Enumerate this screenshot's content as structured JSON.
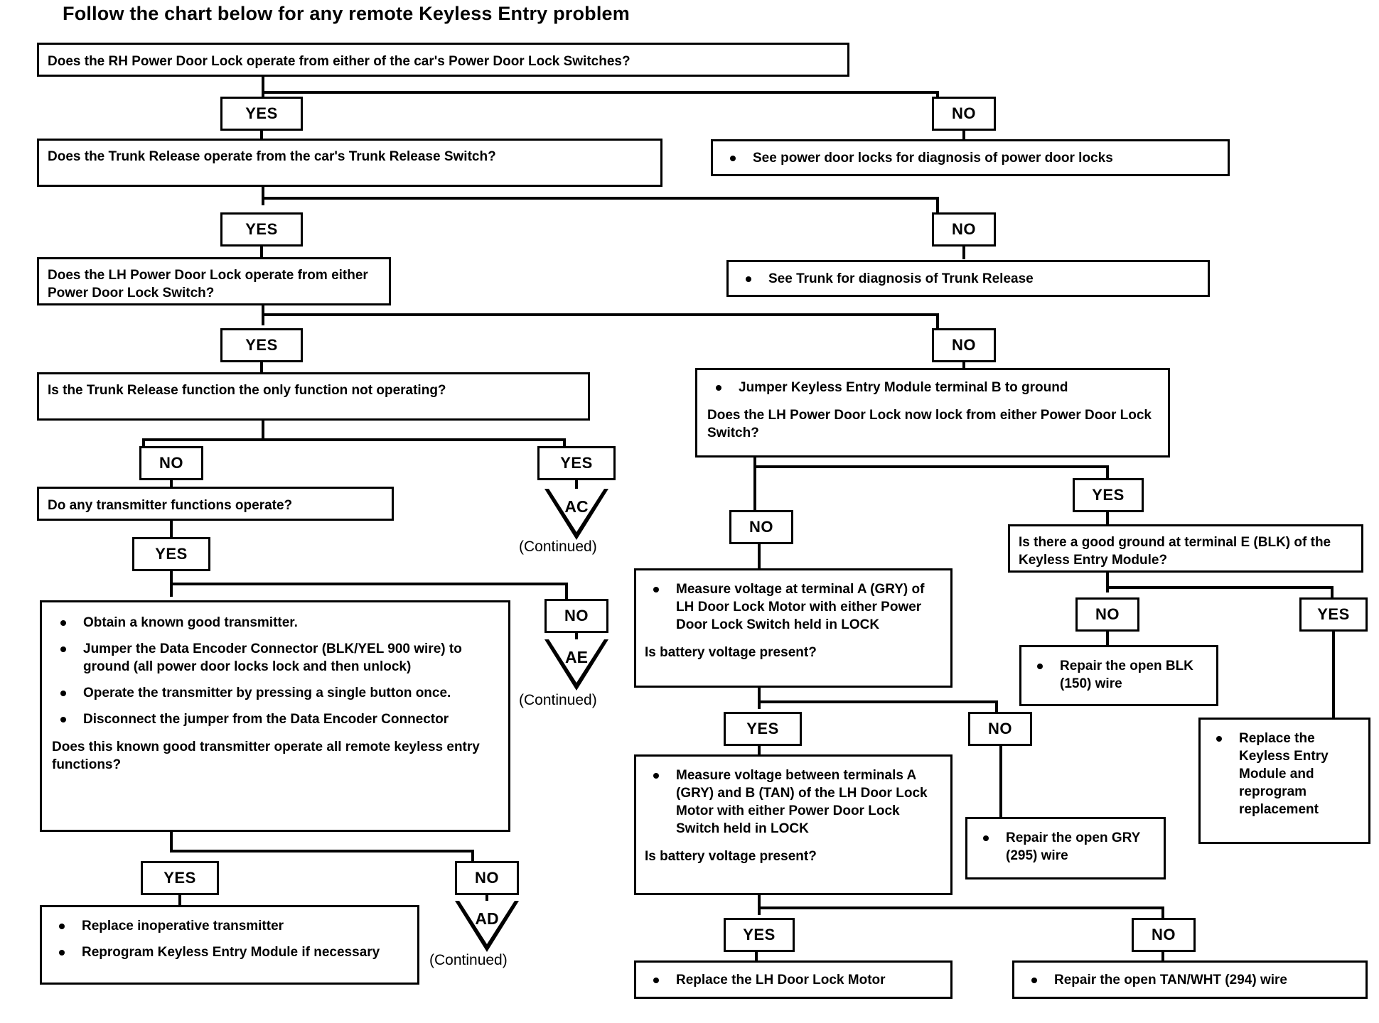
{
  "title": "Follow the chart below for any remote Keyless Entry problem",
  "labels": {
    "yes": "YES",
    "no": "NO",
    "continued": "(Continued)"
  },
  "nodes": {
    "q_rh_lock": {
      "text": "Does the RH Power Door Lock operate from either of the car's Power Door Lock Switches?"
    },
    "a_see_power_locks": {
      "bullets": [
        "See power door locks for diagnosis of power door locks"
      ]
    },
    "q_trunk_release": {
      "text": "Does the Trunk Release operate from the car's Trunk Release Switch?"
    },
    "a_see_trunk": {
      "bullets": [
        "See Trunk for diagnosis of Trunk Release"
      ]
    },
    "q_lh_lock": {
      "text": "Does the LH Power Door Lock operate from either Power Door Lock Switch?"
    },
    "q_jumper_module": {
      "bullets": [
        "Jumper Keyless Entry Module terminal B to ground"
      ],
      "question": "Does the LH Power Door Lock now lock from either Power Door Lock Switch?"
    },
    "q_trunk_only": {
      "text": "Is the Trunk Release function the only function not operating?"
    },
    "q_any_transmitter": {
      "text": "Do any transmitter functions operate?"
    },
    "q_good_transmitter": {
      "bullets": [
        "Obtain a known good transmitter.",
        "Jumper the Data Encoder Connector (BLK/YEL 900 wire) to ground (all power door locks lock and then unlock)",
        "Operate the transmitter by pressing a single button once.",
        "Disconnect the jumper from the Data Encoder Connector"
      ],
      "question": "Does this known good transmitter operate all remote keyless entry functions?"
    },
    "a_replace_transmitter": {
      "bullets": [
        "Replace inoperative transmitter",
        "Reprogram Keyless Entry Module if necessary"
      ]
    },
    "q_measure_term_a": {
      "bullets": [
        "Measure voltage at terminal A (GRY) of LH Door Lock Motor with either Power Door Lock Switch held in LOCK"
      ],
      "question": "Is battery voltage present?"
    },
    "q_measure_a_b": {
      "bullets": [
        "Measure voltage between terminals A (GRY) and B (TAN) of the LH Door Lock Motor with either Power Door Lock Switch held in LOCK"
      ],
      "question": "Is battery voltage present?"
    },
    "a_repair_gry": {
      "bullets": [
        "Repair the open GRY (295) wire"
      ]
    },
    "a_replace_lh_motor": {
      "bullets": [
        "Replace the LH Door Lock Motor"
      ]
    },
    "a_repair_tanwht": {
      "bullets": [
        "Repair the open TAN/WHT (294) wire"
      ]
    },
    "q_good_ground_e": {
      "text": "Is there a good ground at terminal E (BLK) of the Keyless Entry Module?"
    },
    "a_repair_blk": {
      "bullets": [
        "Repair the open BLK (150) wire"
      ]
    },
    "a_replace_module": {
      "bullets": [
        "Replace the Keyless Entry Module and reprogram replacement"
      ]
    }
  },
  "connectors": {
    "ac": {
      "label": "AC",
      "caption": "(Continued)"
    },
    "ae": {
      "label": "AE",
      "caption": "(Continued)"
    },
    "ad": {
      "label": "AD",
      "caption": "(Continued)"
    }
  },
  "chart_data": {
    "type": "flowchart",
    "title": "Follow the chart below for any remote Keyless Entry problem",
    "edges": [
      {
        "from": "q_rh_lock",
        "label": "YES",
        "to": "q_trunk_release"
      },
      {
        "from": "q_rh_lock",
        "label": "NO",
        "to": "a_see_power_locks"
      },
      {
        "from": "q_trunk_release",
        "label": "YES",
        "to": "q_lh_lock"
      },
      {
        "from": "q_trunk_release",
        "label": "NO",
        "to": "a_see_trunk"
      },
      {
        "from": "q_lh_lock",
        "label": "YES",
        "to": "q_trunk_only"
      },
      {
        "from": "q_lh_lock",
        "label": "NO",
        "to": "q_jumper_module"
      },
      {
        "from": "q_trunk_only",
        "label": "NO",
        "to": "q_any_transmitter"
      },
      {
        "from": "q_trunk_only",
        "label": "YES",
        "to": "AC"
      },
      {
        "from": "q_any_transmitter",
        "label": "YES",
        "to": "q_good_transmitter"
      },
      {
        "from": "q_any_transmitter",
        "label": "NO",
        "to": "AE"
      },
      {
        "from": "q_good_transmitter",
        "label": "YES",
        "to": "a_replace_transmitter"
      },
      {
        "from": "q_good_transmitter",
        "label": "NO",
        "to": "AD"
      },
      {
        "from": "q_jumper_module",
        "label": "NO",
        "to": "q_measure_term_a"
      },
      {
        "from": "q_jumper_module",
        "label": "YES",
        "to": "q_good_ground_e"
      },
      {
        "from": "q_measure_term_a",
        "label": "YES",
        "to": "q_measure_a_b"
      },
      {
        "from": "q_measure_term_a",
        "label": "NO",
        "to": "a_repair_gry"
      },
      {
        "from": "q_measure_a_b",
        "label": "YES",
        "to": "a_replace_lh_motor"
      },
      {
        "from": "q_measure_a_b",
        "label": "NO",
        "to": "a_repair_tanwht"
      },
      {
        "from": "q_good_ground_e",
        "label": "NO",
        "to": "a_repair_blk"
      },
      {
        "from": "q_good_ground_e",
        "label": "YES",
        "to": "a_replace_module"
      }
    ]
  }
}
